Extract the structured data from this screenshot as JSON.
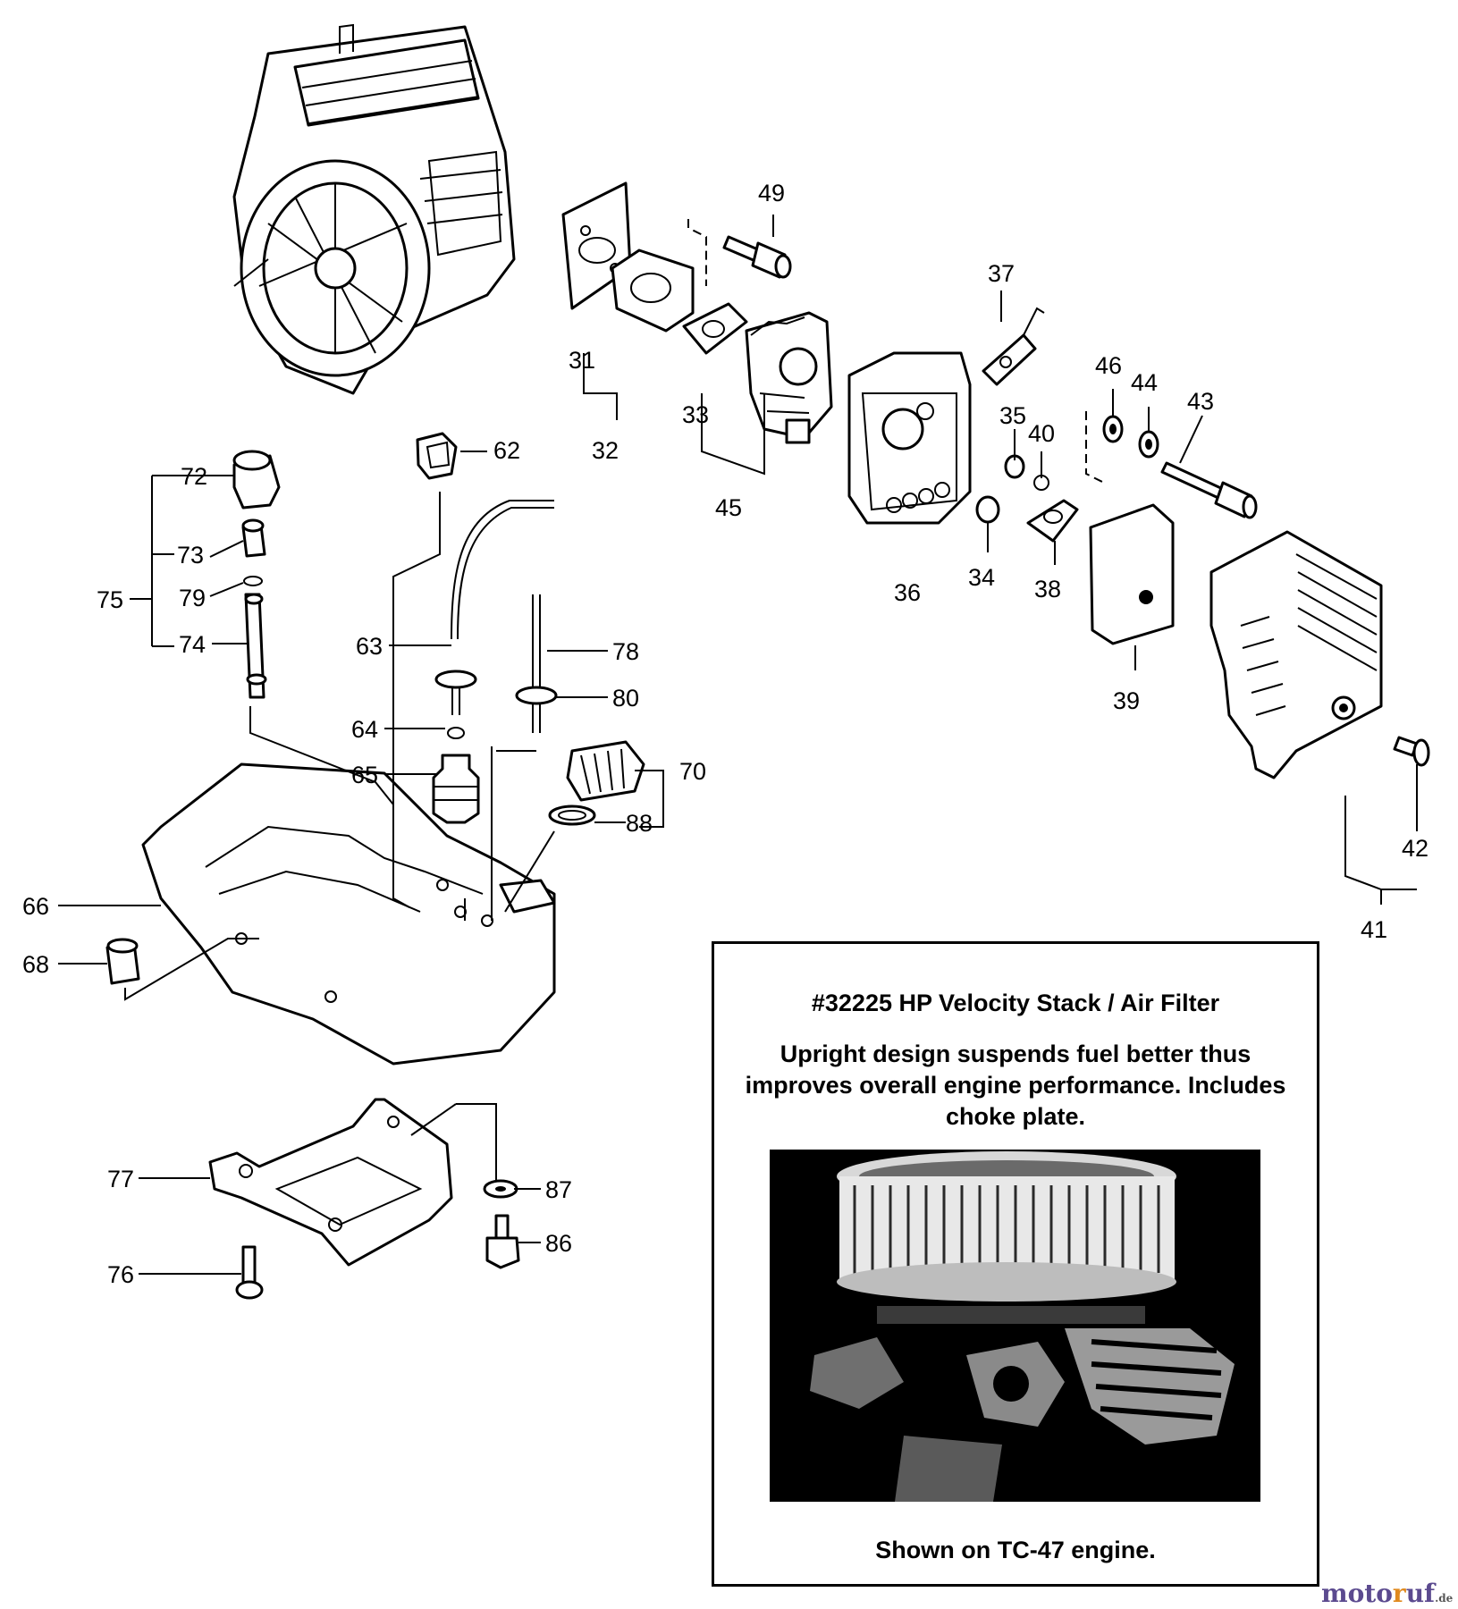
{
  "labels": [
    {
      "id": "31",
      "text": "31"
    },
    {
      "id": "32",
      "text": "32"
    },
    {
      "id": "33",
      "text": "33"
    },
    {
      "id": "34",
      "text": "34"
    },
    {
      "id": "35",
      "text": "35"
    },
    {
      "id": "36",
      "text": "36"
    },
    {
      "id": "37",
      "text": "37"
    },
    {
      "id": "38",
      "text": "38"
    },
    {
      "id": "39",
      "text": "39"
    },
    {
      "id": "40",
      "text": "40"
    },
    {
      "id": "41",
      "text": "41"
    },
    {
      "id": "42",
      "text": "42"
    },
    {
      "id": "43",
      "text": "43"
    },
    {
      "id": "44",
      "text": "44"
    },
    {
      "id": "45",
      "text": "45"
    },
    {
      "id": "46",
      "text": "46"
    },
    {
      "id": "49",
      "text": "49"
    },
    {
      "id": "62",
      "text": "62"
    },
    {
      "id": "63",
      "text": "63"
    },
    {
      "id": "64",
      "text": "64"
    },
    {
      "id": "65",
      "text": "65"
    },
    {
      "id": "66",
      "text": "66"
    },
    {
      "id": "68",
      "text": "68"
    },
    {
      "id": "70",
      "text": "70"
    },
    {
      "id": "72",
      "text": "72"
    },
    {
      "id": "73",
      "text": "73"
    },
    {
      "id": "74",
      "text": "74"
    },
    {
      "id": "75",
      "text": "75"
    },
    {
      "id": "76",
      "text": "76"
    },
    {
      "id": "77",
      "text": "77"
    },
    {
      "id": "78",
      "text": "78"
    },
    {
      "id": "79",
      "text": "79"
    },
    {
      "id": "80",
      "text": "80"
    },
    {
      "id": "86",
      "text": "86"
    },
    {
      "id": "87",
      "text": "87"
    },
    {
      "id": "88",
      "text": "88"
    }
  ],
  "promo": {
    "title": "#32225 HP Velocity Stack / Air Filter",
    "description": "Upright design suspends fuel better thus improves overall engine performance. Includes choke plate.",
    "caption": "Shown on TC-47 engine."
  },
  "watermark": {
    "part1": "moto",
    "part2": "r",
    "part3": "uf",
    "tld": ".de"
  }
}
